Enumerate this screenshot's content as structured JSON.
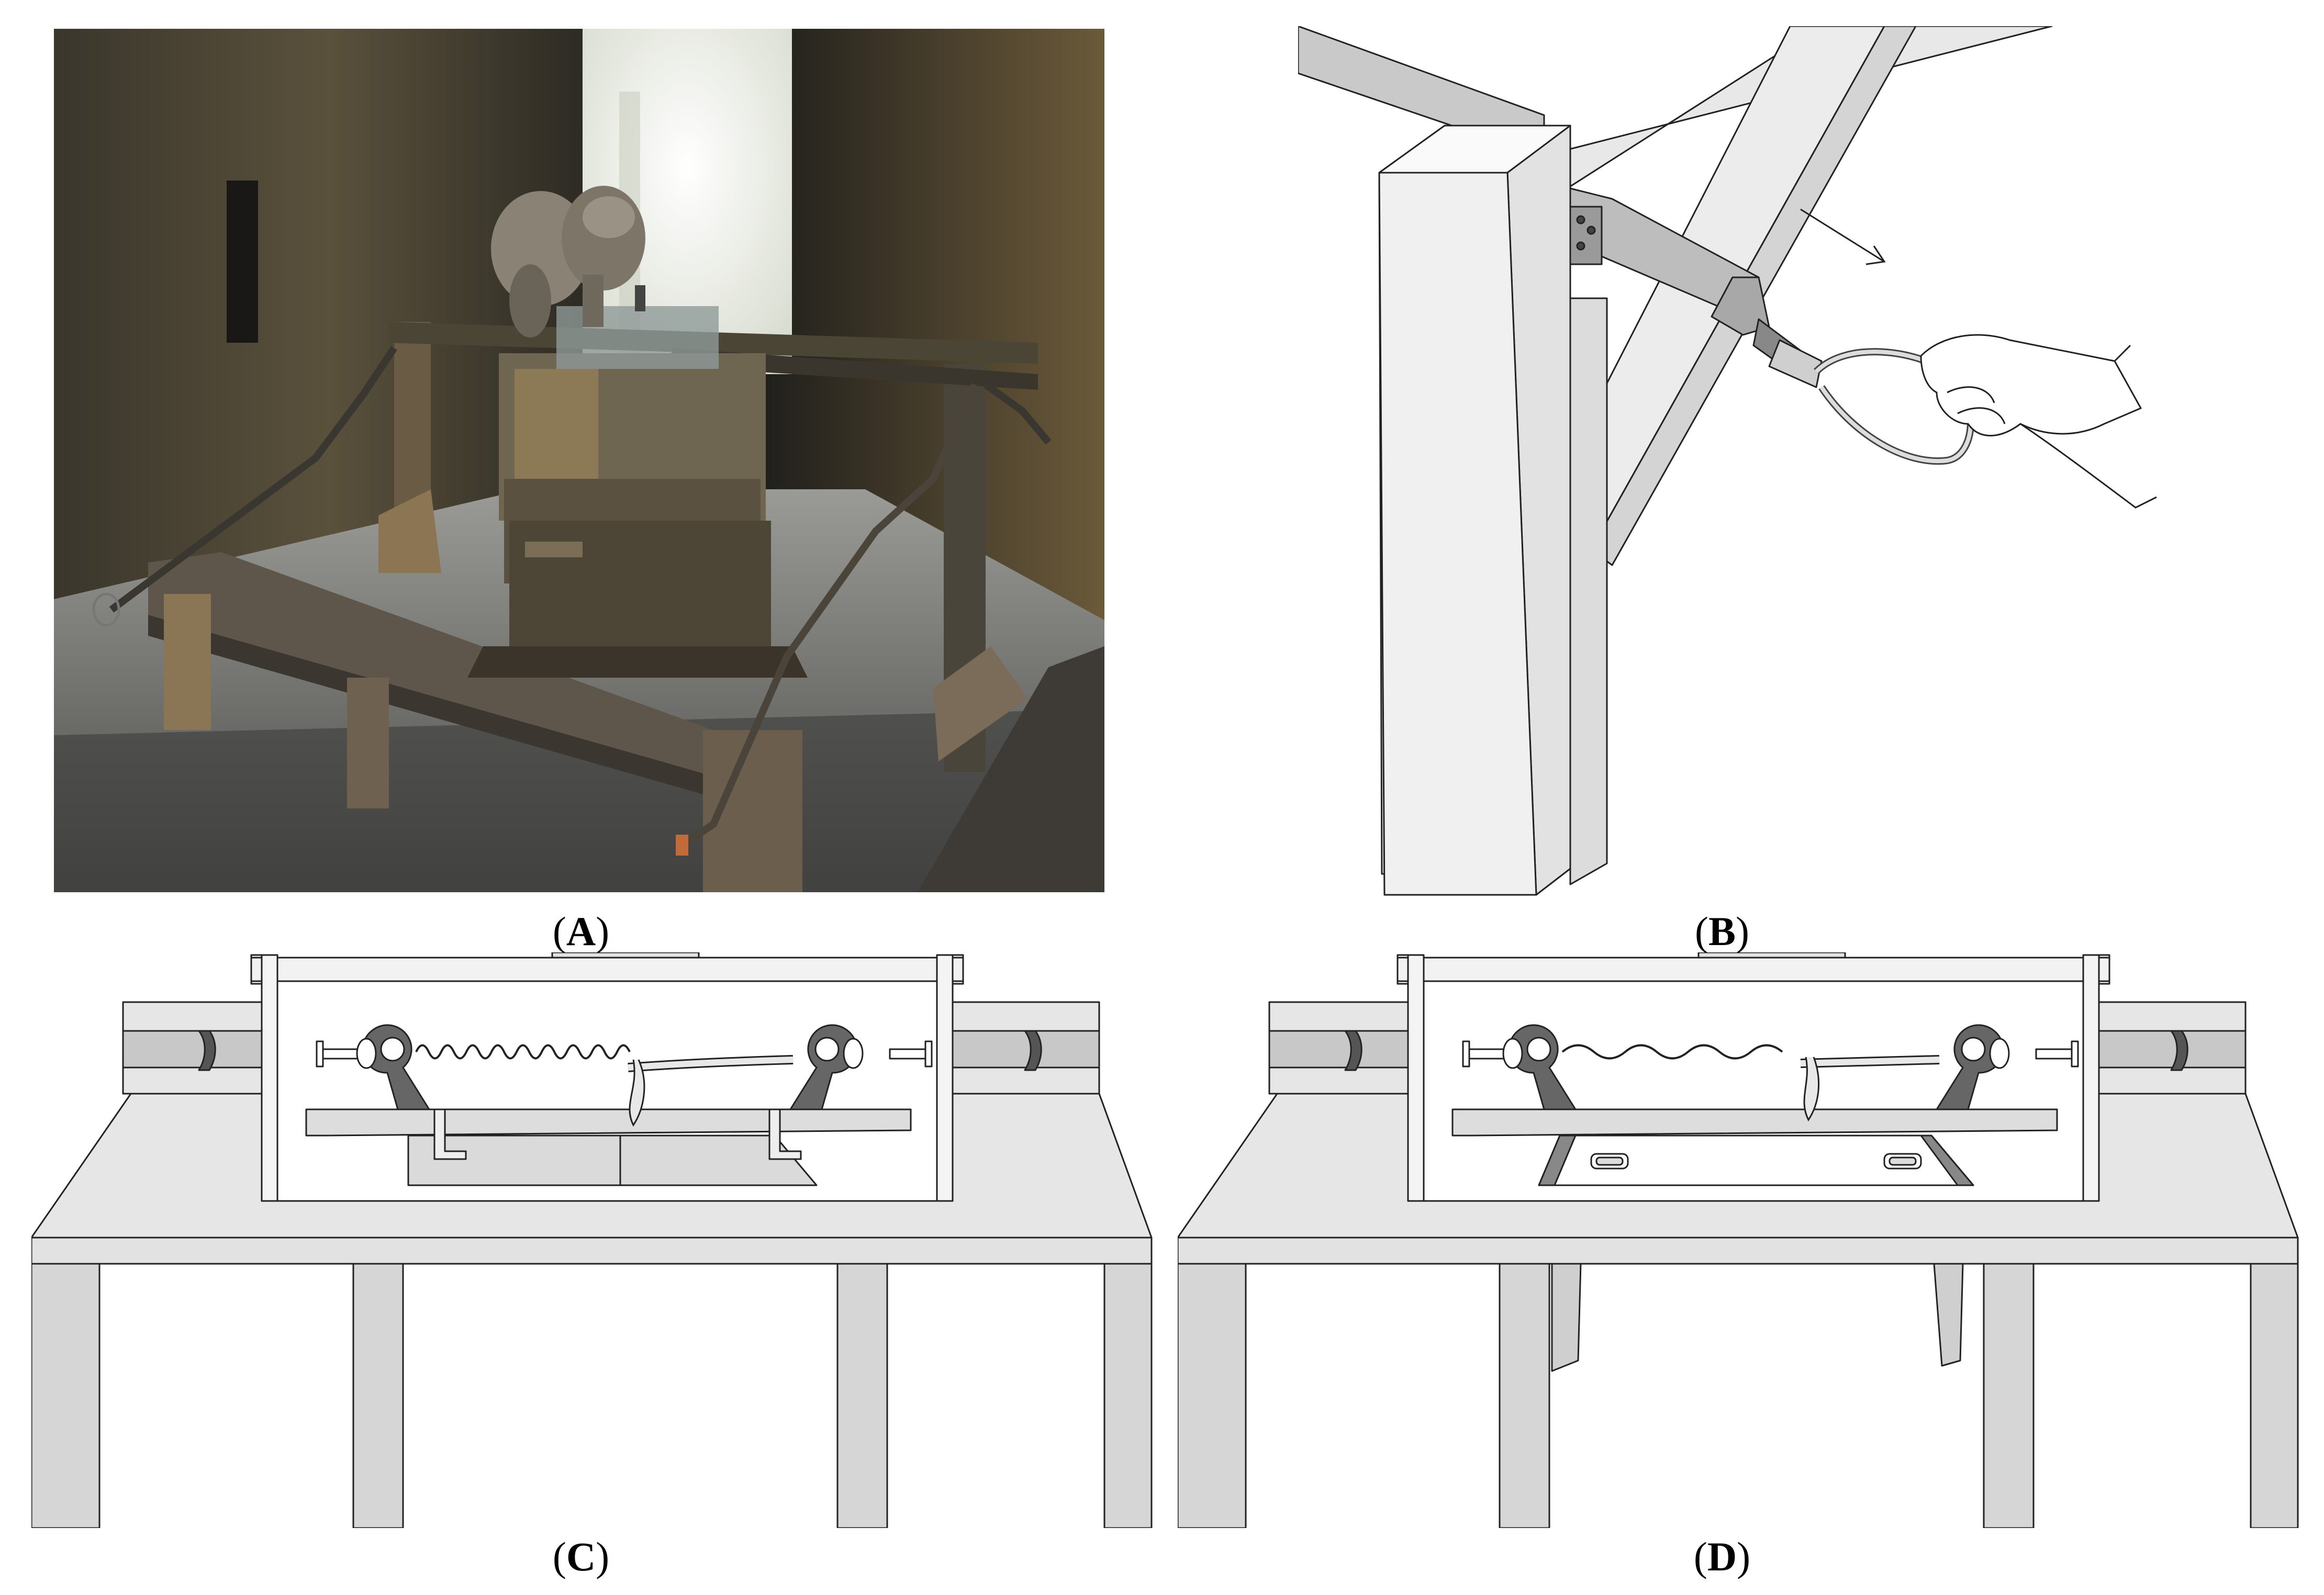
{
  "panels": [
    {
      "id": "A",
      "caption_open": "(",
      "caption_letter": "A",
      "caption_close": ")"
    },
    {
      "id": "B",
      "caption_open": "(",
      "caption_letter": "B",
      "caption_close": ")"
    },
    {
      "id": "C",
      "caption_open": "(",
      "caption_letter": "C",
      "caption_close": ")"
    },
    {
      "id": "D",
      "caption_open": "(",
      "caption_letter": "D",
      "caption_close": ")"
    }
  ],
  "colors": {
    "line": "#222222",
    "light_gray": "#e6e6e6",
    "mid_gray": "#c8c8c8",
    "dark_gray": "#8a8a8a",
    "metal": "#555555",
    "photo_dark": "#2b2a26",
    "photo_wood": "#7a6a4e"
  }
}
